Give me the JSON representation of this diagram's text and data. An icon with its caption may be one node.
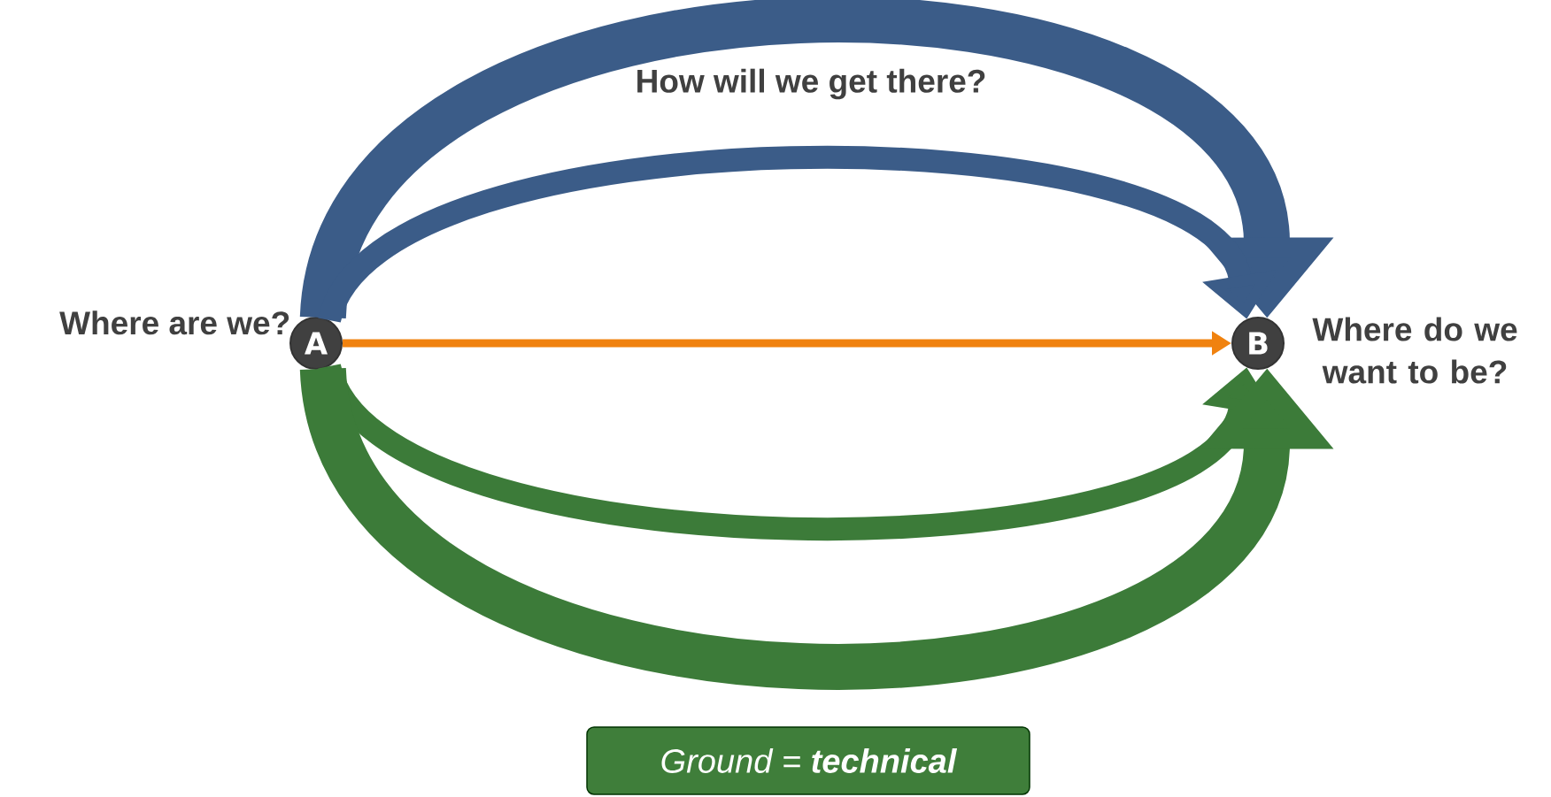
{
  "diagram": {
    "nodes": [
      {
        "text": [
          "A"
        ],
        "beside": [
          "Where are we?"
        ]
      },
      {
        "text": [
          "B"
        ],
        "beside": [
          "Where do we want to be?"
        ]
      },
      {
        "text": [
          "Ground = **technical**"
        ]
      }
    ],
    "edges": [
      {
        "from": 0,
        "to": 1,
        "arrow": "to",
        "color": "#3b5c88",
        "style": "thick"
      },
      {
        "from": 0,
        "to": 1,
        "arrow": "to",
        "color": "#3b5c88"
      },
      {
        "from": 0,
        "to": 1,
        "arrow": "to",
        "color": "#f0820f"
      },
      {
        "from": 0,
        "to": 1,
        "arrow": "to",
        "color": "#3c7b39"
      },
      {
        "from": 0,
        "to": 1,
        "arrow": "to",
        "color": "#3c7b39",
        "style": "thick"
      }
    ],
    "labels": [
      "How will we get there?"
    ]
  }
}
